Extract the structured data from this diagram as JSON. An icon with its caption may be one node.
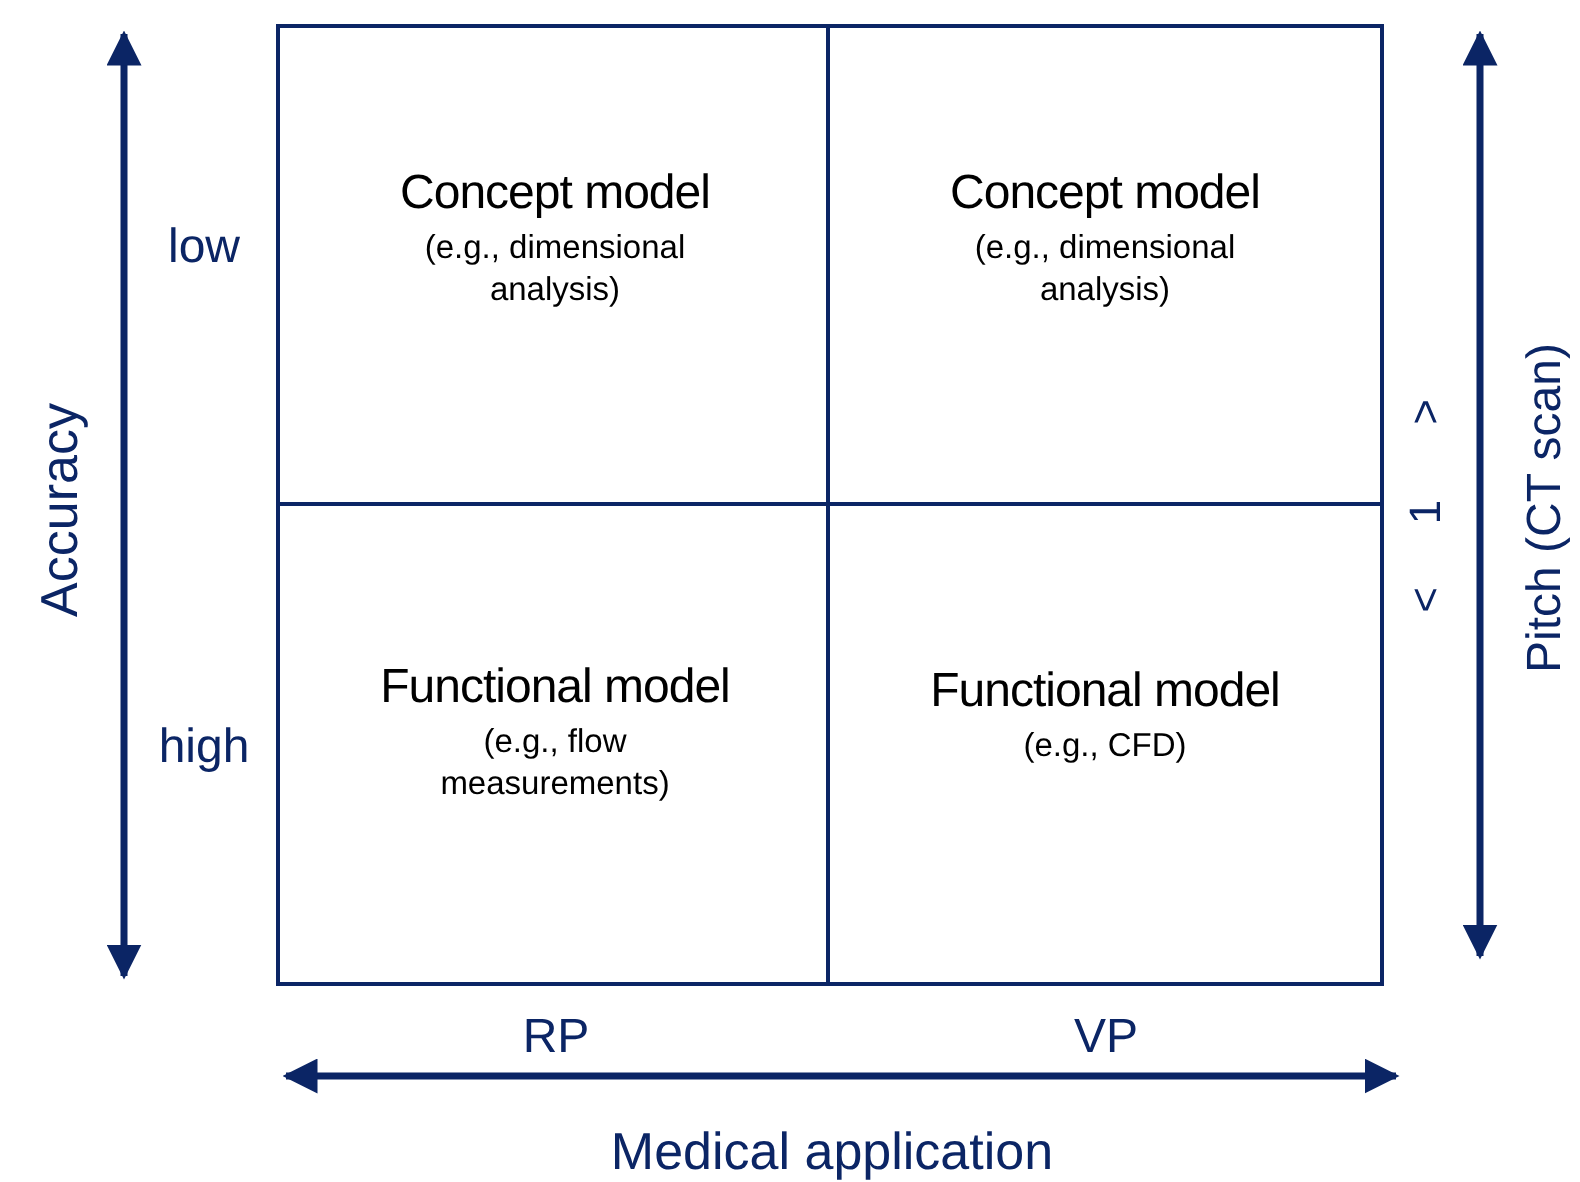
{
  "diagram": {
    "nodes": [
      {
        "text": [
          "Concept model",
          "(e.g., dimensional analysis)"
        ]
      },
      {
        "text": [
          "Concept model",
          "(e.g., dimensional analysis)"
        ]
      },
      {
        "text": [
          "Functional model",
          "(e.g., flow measurements)"
        ]
      },
      {
        "text": [
          "Functional model",
          "(e.g., CFD)"
        ]
      }
    ],
    "labels": [
      "Accuracy",
      "low",
      "high",
      ">",
      "1",
      "<",
      "Pitch (CT scan)",
      "RP",
      "VP",
      "Medical application"
    ]
  }
}
